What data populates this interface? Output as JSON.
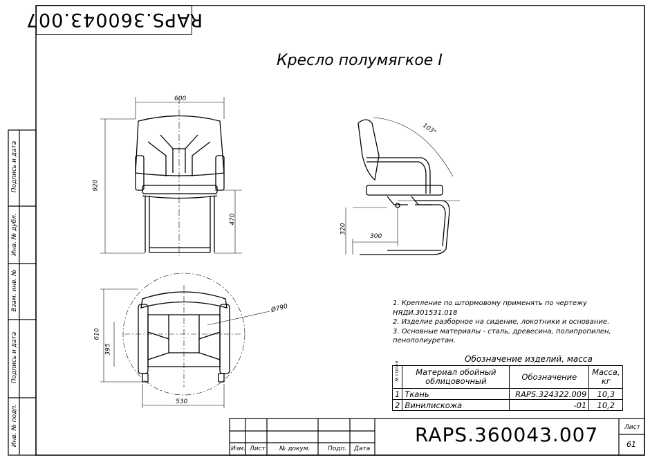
{
  "top_stamp": "RAPS.360043.007",
  "title": "Кресло полумягкое I",
  "dimensions": {
    "front_width": "600",
    "front_height": "920",
    "seat_height": "470",
    "side_seat": "320",
    "side_depth": "300",
    "angle": "103°",
    "plan_depth": "610",
    "plan_seat": "395",
    "plan_width": "530",
    "plan_diameter": "Ø790"
  },
  "notes": [
    "1. Крепление по штормовому применять по чертежу",
    "НЯДИ.301531.018",
    "2. Изделие разборное на сидение, локотники и основание.",
    "3. Основные материалы - сталь, древесина, полипропилен,",
    "пенополиуретан."
  ],
  "spec": {
    "caption": "Обозначение изделий, масса",
    "col_row": "№ строки",
    "col_material": "Материал обойный облицовочный",
    "col_designation": "Обозначение",
    "col_mass": "Масса, кг",
    "rows": [
      {
        "n": "1",
        "material": "Ткань",
        "designation": "RAPS.324322.009",
        "mass": "10,3"
      },
      {
        "n": "2",
        "material": "Винилискожа",
        "designation": "-01",
        "mass": "10,2"
      }
    ]
  },
  "side_labels": [
    "Подпись и дата",
    "Инв. № дубл.",
    "Взам. инв. №",
    "Подпись и дата",
    "Инв. № подп."
  ],
  "title_block": {
    "designation": "RAPS.360043.007",
    "cols": [
      "Изм.",
      "Лист",
      "№ докум.",
      "Подп.",
      "Дата"
    ],
    "sheet_label": "Лист",
    "sheet_number": "61"
  }
}
